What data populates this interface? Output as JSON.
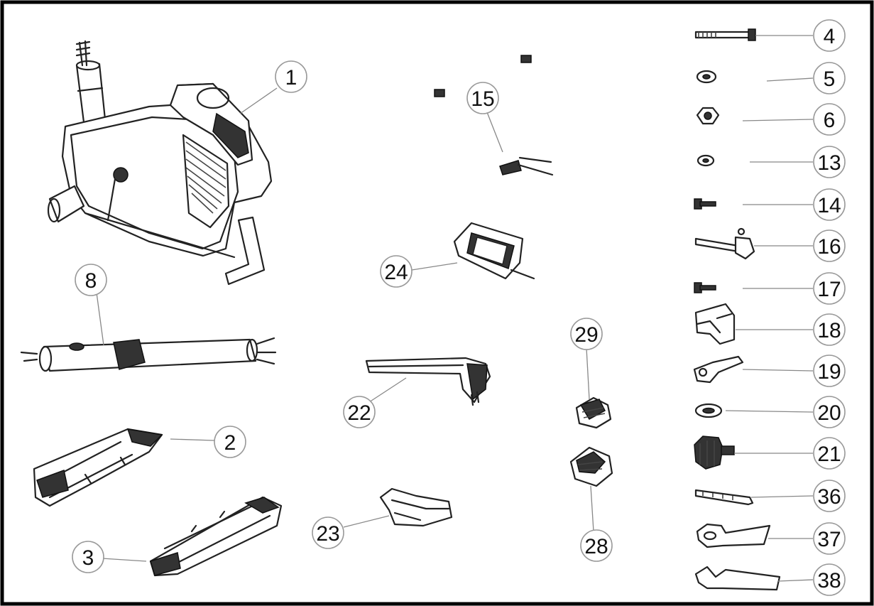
{
  "parts": [
    {
      "id": "p1",
      "label": "1"
    },
    {
      "id": "p2",
      "label": "2"
    },
    {
      "id": "p3",
      "label": "3"
    },
    {
      "id": "p4",
      "label": "4"
    },
    {
      "id": "p5",
      "label": "5"
    },
    {
      "id": "p6",
      "label": "6"
    },
    {
      "id": "p8",
      "label": "8"
    },
    {
      "id": "p13",
      "label": "13"
    },
    {
      "id": "p14",
      "label": "14"
    },
    {
      "id": "p15",
      "label": "15"
    },
    {
      "id": "p16",
      "label": "16"
    },
    {
      "id": "p17",
      "label": "17"
    },
    {
      "id": "p18",
      "label": "18"
    },
    {
      "id": "p19",
      "label": "19"
    },
    {
      "id": "p20",
      "label": "20"
    },
    {
      "id": "p21",
      "label": "21"
    },
    {
      "id": "p22",
      "label": "22"
    },
    {
      "id": "p23",
      "label": "23"
    },
    {
      "id": "p24",
      "label": "24"
    },
    {
      "id": "p28",
      "label": "28"
    },
    {
      "id": "p29",
      "label": "29"
    },
    {
      "id": "p36",
      "label": "36"
    },
    {
      "id": "p37",
      "label": "37"
    },
    {
      "id": "p38",
      "label": "38"
    }
  ],
  "colors": {
    "line": "#222222",
    "leader": "#888888",
    "frame": "#000000"
  }
}
